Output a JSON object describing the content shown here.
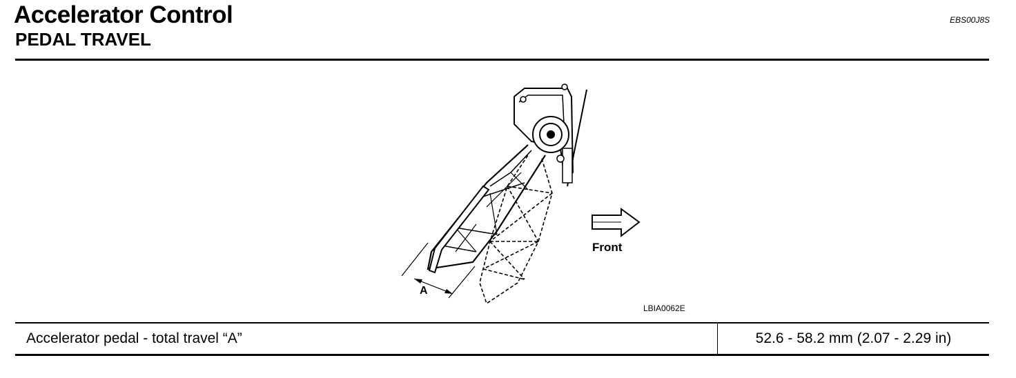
{
  "header": {
    "title": "Accelerator Control",
    "subtitle": "PEDAL TRAVEL",
    "code": "EBS00J8S"
  },
  "figure": {
    "dimension_label": "A",
    "direction_label": "Front",
    "figure_code": "LBIA0062E"
  },
  "spec_table": {
    "rows": [
      {
        "item": "Accelerator pedal - total travel “A”",
        "value": "52.6 - 58.2 mm (2.07 - 2.29 in)"
      }
    ]
  }
}
